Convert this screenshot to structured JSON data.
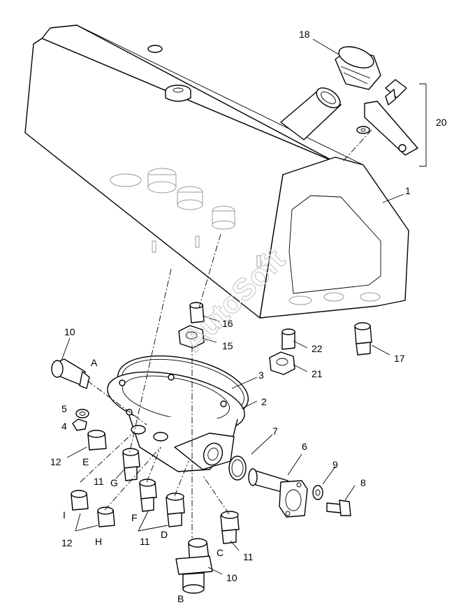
{
  "watermark": "AutoSoft",
  "callouts": {
    "c1": "1",
    "c2": "2",
    "c3": "3",
    "c4": "4",
    "c5": "5",
    "c6": "6",
    "c7": "7",
    "c8": "8",
    "c9": "9",
    "c10a": "10",
    "c10b": "10",
    "c11a": "11",
    "c11b": "11",
    "c11c": "11",
    "c12a": "12",
    "c12b": "12",
    "c15": "15",
    "c16": "16",
    "c17": "17",
    "c18": "18",
    "c20": "20",
    "c21": "21",
    "c22": "22",
    "A": "A",
    "B": "B",
    "C": "C",
    "D": "D",
    "E": "E",
    "F": "F",
    "G": "G",
    "H": "H",
    "I": "I"
  }
}
